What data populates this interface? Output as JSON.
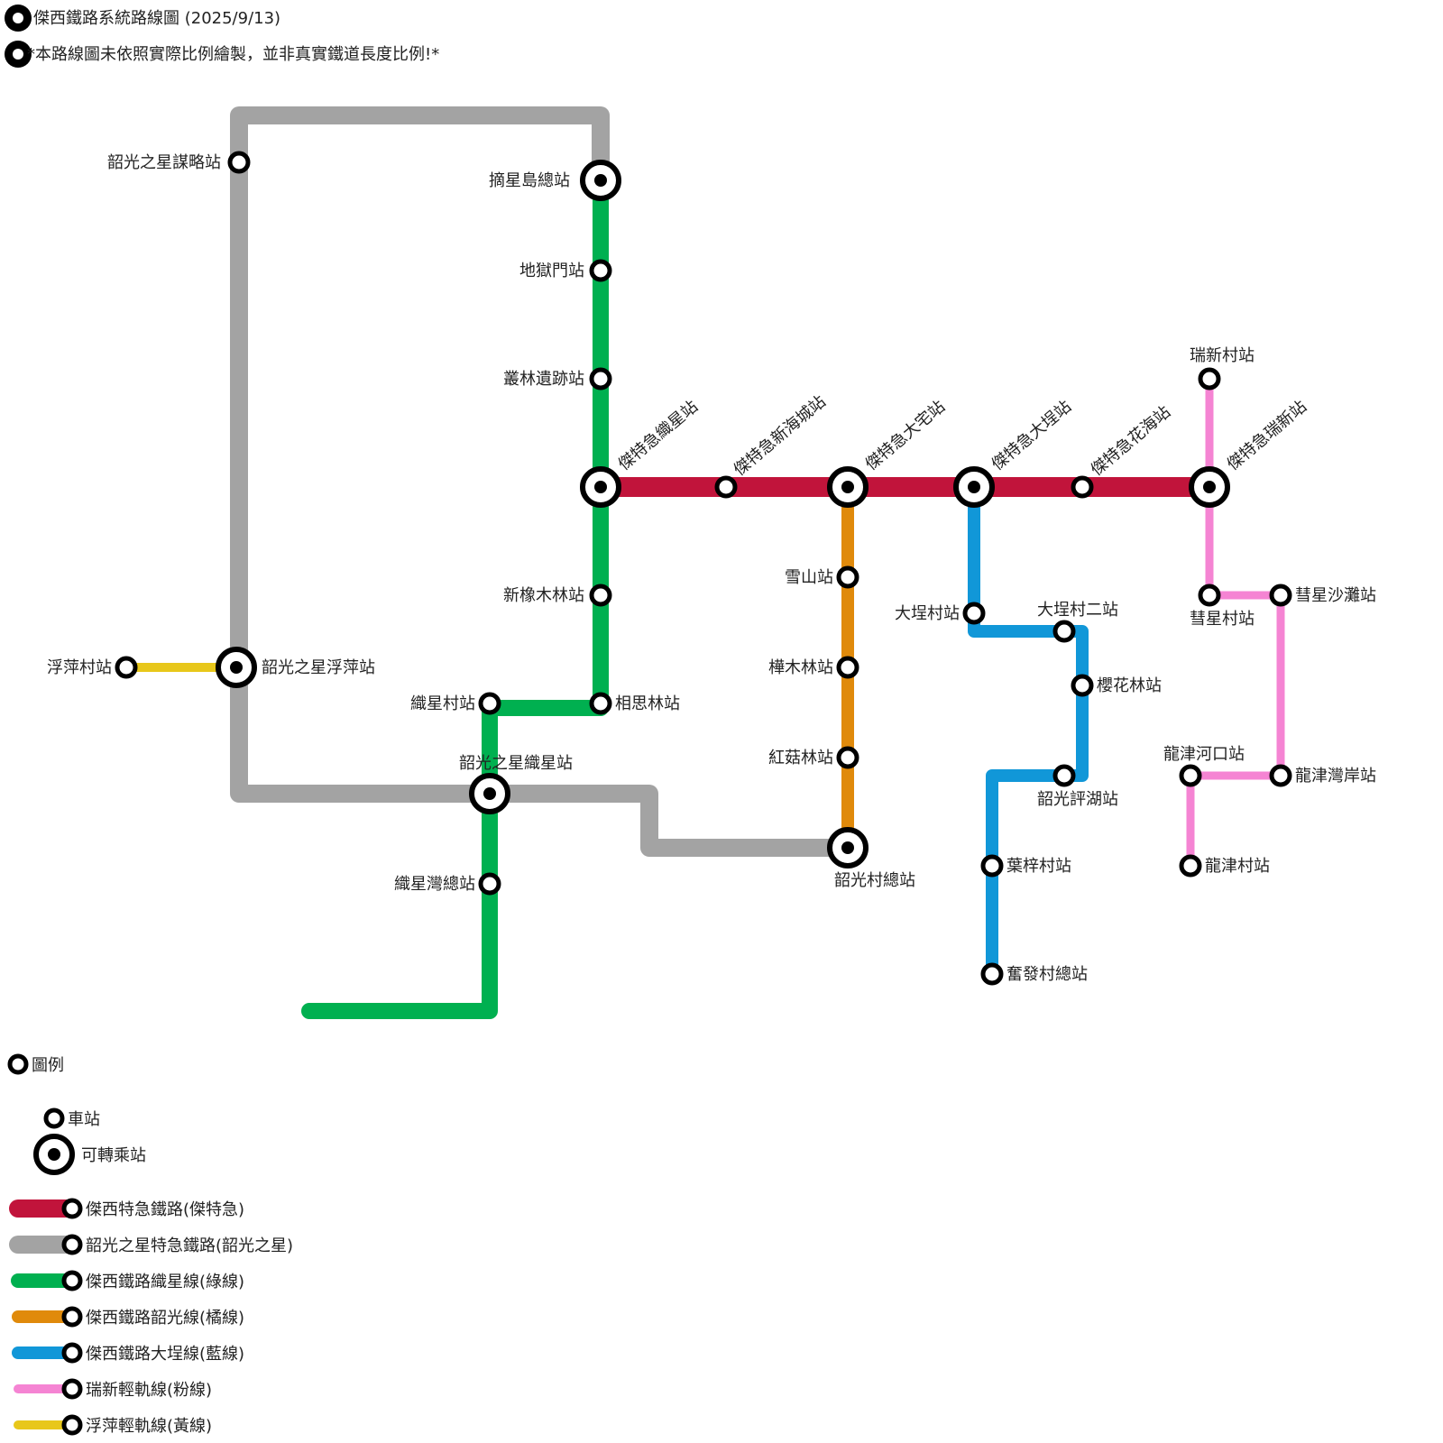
{
  "header": {
    "title": "傑西鐵路系統路線圖 (2025/9/13)",
    "note": "*本路線圖未依照實際比例繪製，並非真實鐵道長度比例!*"
  },
  "lines": [
    {
      "id": "jiete",
      "name": "傑西特急鐵路(傑特急)",
      "color": "#c1143b"
    },
    {
      "id": "shaoguang",
      "name": "韶光之星特急鐵路(韶光之星)",
      "color": "#a3a3a3"
    },
    {
      "id": "green",
      "name": "傑西鐵路織星線(綠線)",
      "color": "#00b050"
    },
    {
      "id": "orange",
      "name": "傑西鐵路韶光線(橘線)",
      "color": "#e08a0b"
    },
    {
      "id": "blue",
      "name": "傑西鐵路大埕線(藍線)",
      "color": "#1197d8"
    },
    {
      "id": "pink",
      "name": "瑞新輕軌線(粉線)",
      "color": "#f584d3"
    },
    {
      "id": "yellow",
      "name": "浮萍輕軌線(黃線)",
      "color": "#e8c71a"
    }
  ],
  "stations": {
    "shaoguang_strategy": "韶光之星謀略站",
    "zhaixingdao": "摘星島總站",
    "diyumen": "地獄門站",
    "conglin": "叢林遺跡站",
    "jiete_zhixing": "傑特急織星站",
    "jiete_xinhai": "傑特急新海城站",
    "jiete_dazhai": "傑特急大宅站",
    "jiete_dacheng": "傑特急大埕站",
    "jiete_huahai": "傑特急花海站",
    "jiete_ruixin": "傑特急瑞新站",
    "ruixincun": "瑞新村站",
    "xinxiangmu": "新橡木林站",
    "xueshan": "雪山站",
    "dachengcun": "大埕村站",
    "dachengcun2": "大埕村二站",
    "huixingcun": "彗星村站",
    "huixing_beach": "彗星沙灘站",
    "fupingcun": "浮萍村站",
    "shaoguang_fuping": "韶光之星浮萍站",
    "huamulin": "樺木林站",
    "yinghualin": "櫻花林站",
    "zhixingcun": "織星村站",
    "xiangsilin": "相思林站",
    "shaoguang_zhixing": "韶光之星織星站",
    "honggulin": "紅菇林站",
    "longjin_estuary": "龍津河口站",
    "shaoguang_pinghu": "韶光評湖站",
    "longjin_bay": "龍津灣岸站",
    "shaoguangcun": "韶光村總站",
    "zhixingwan": "織星灣總站",
    "yezicun": "葉梓村站",
    "longjincun": "龍津村站",
    "fenfacun": "奮發村總站"
  },
  "legend": {
    "title": "圖例",
    "station": "車站",
    "transfer": "可轉乘站"
  }
}
